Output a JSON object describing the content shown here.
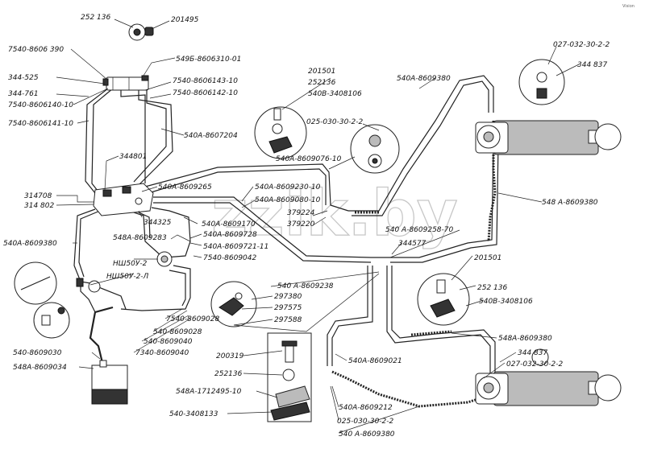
{
  "watermark": "zzik.by",
  "corner_mark": "Vision",
  "labels": {
    "l01": "252 136",
    "l02": "201495",
    "l03": "7540-8606 390",
    "l04": "549Б-8606310-01",
    "l05": "344-525",
    "l06": "344-761",
    "l07": "7540-8606140-10",
    "l08": "7540-8606143-10",
    "l09": "7540-8606142-10",
    "l10": "7540-8606141-10",
    "l11": "540А-8607204",
    "l12": "344801",
    "l13": "314708",
    "l14": "314 802",
    "l15": "540А-8609265",
    "l16": "344325",
    "l17": "540А-8609170",
    "l18": "548А-8609283",
    "l19": "540А-8609728",
    "l20": "540А-8609380",
    "l21": "540А-8609721-11",
    "l22": "7540-8609042",
    "l23": "НШ50У-2",
    "l24": "НШ50У-2-Л",
    "l25": "201501",
    "l26": "252136",
    "l27": "540В-3408106",
    "l28": "025-030-30-2-2",
    "l29": "540А-8609076-10",
    "l30": "540А-8609230-10",
    "l31": "540А-8609080-10",
    "l32": "379224",
    "l33": "379220",
    "l34": "540А-8609380",
    "l35": "027-032-30-2-2",
    "l36": "344 837",
    "l37": "548 А-8609380",
    "l38": "540 А-8609258-70",
    "l39": "344577",
    "l40": "201501",
    "l41": "252 136",
    "l42": "540В-3408106",
    "l43": "540 А-8609238",
    "l44": "297380",
    "l45": "297575",
    "l46": "297588",
    "l47": "7540-8609028",
    "l48": "540-8609028",
    "l49": "540-8609040",
    "l50": "7340-8609040",
    "l51": "540-8609030",
    "l52": "548А-8609034",
    "l53": "200319",
    "l54": "252136",
    "l55": "548А-1712495-10",
    "l56": "540-3408133",
    "l57": "540А-8609021",
    "l58": "548А-8609380",
    "l59": "344 837",
    "l60": "027-032-30-2-2",
    "l61": "540А-8609212",
    "l62": "025-030-30-2-2",
    "l63": "540 А-8609380"
  }
}
